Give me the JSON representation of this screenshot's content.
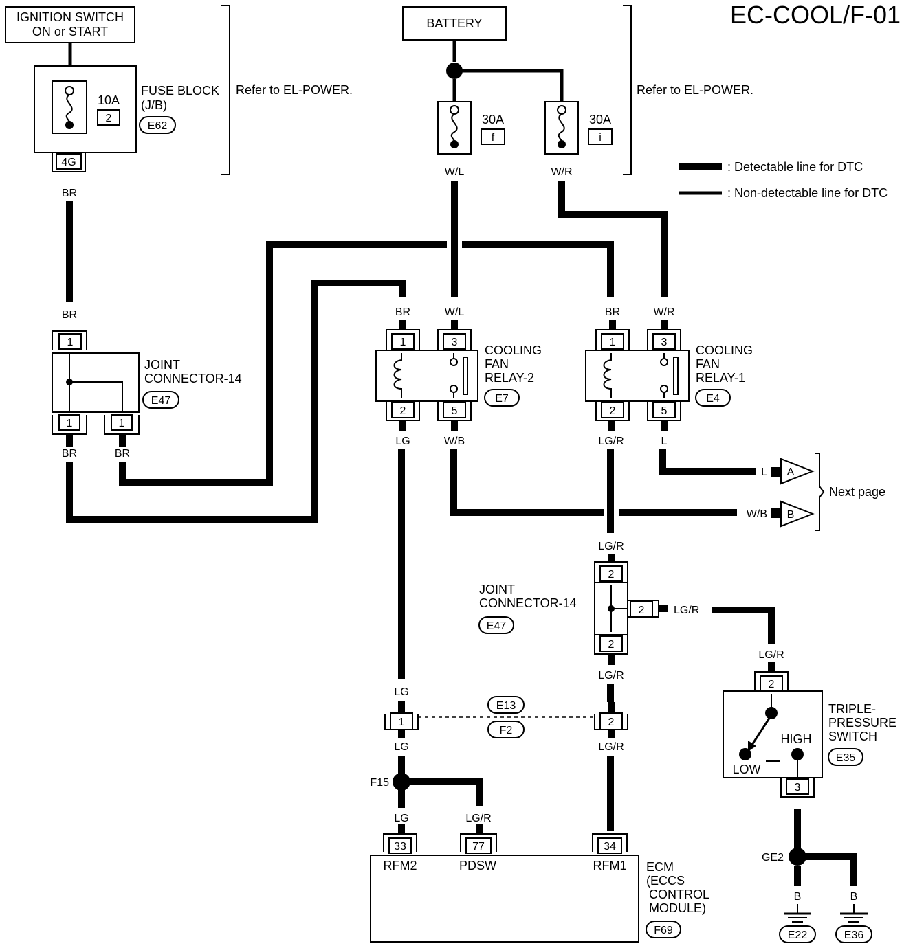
{
  "title": "EC-COOL/F-01",
  "refer": {
    "left": "Refer to EL-POWER.",
    "right": "Refer to EL-POWER."
  },
  "legend": {
    "detectable": ": Detectable line for DTC",
    "non_detectable": ": Non-detectable line for DTC"
  },
  "ignition": {
    "line1": "IGNITION SWITCH",
    "line2": "ON or START"
  },
  "fuse_block": {
    "line1": "FUSE BLOCK",
    "line2": "(J/B)",
    "code": "E62",
    "amp": "10A",
    "num": "2",
    "pin": "4G"
  },
  "battery": {
    "label": "BATTERY"
  },
  "fuse_f": {
    "amp": "30A",
    "num": "f"
  },
  "fuse_i": {
    "amp": "30A",
    "num": "i"
  },
  "joint_top": {
    "line1": "JOINT",
    "line2": "CONNECTOR-14",
    "code": "E47",
    "pin_top": "1",
    "pin_bl": "1",
    "pin_br": "1"
  },
  "relay2": {
    "line1": "COOLING",
    "line2": "FAN",
    "line3": "RELAY-2",
    "code": "E7",
    "p1": "1",
    "p3": "3",
    "p2": "2",
    "p5": "5"
  },
  "relay1": {
    "line1": "COOLING",
    "line2": "FAN",
    "line3": "RELAY-1",
    "code": "E4",
    "p1": "1",
    "p3": "3",
    "p2": "2",
    "p5": "5"
  },
  "joint_mid": {
    "line1": "JOINT",
    "line2": "CONNECTOR-14",
    "code": "E47",
    "p_top": "2",
    "p_right": "2",
    "p_bottom": "2"
  },
  "next": {
    "label": "Next page",
    "a": "A",
    "b": "B"
  },
  "e13": "E13",
  "f2": "F2",
  "conn_e13_1": "1",
  "conn_e13_2": "2",
  "f15": "F15",
  "ecm": {
    "line1": "ECM",
    "line2": "(ECCS",
    "line3": "CONTROL",
    "line4": "MODULE)",
    "code": "F69",
    "p33": "33",
    "p77": "77",
    "p34": "34",
    "rfm2": "RFM2",
    "pdsw": "PDSW",
    "rfm1": "RFM1"
  },
  "triple": {
    "line1": "TRIPLE-",
    "line2": "PRESSURE",
    "line3": "SWITCH",
    "code": "E35",
    "low": "LOW",
    "high": "HIGH",
    "p2": "2",
    "p3": "3"
  },
  "ground": {
    "ge2": "GE2",
    "e22": "E22",
    "e36": "E36"
  },
  "wires": {
    "br": "BR",
    "wl": "W/L",
    "wr": "W/R",
    "lg": "LG",
    "wb": "W/B",
    "lgr": "LG/R",
    "l": "L",
    "b": "B"
  }
}
